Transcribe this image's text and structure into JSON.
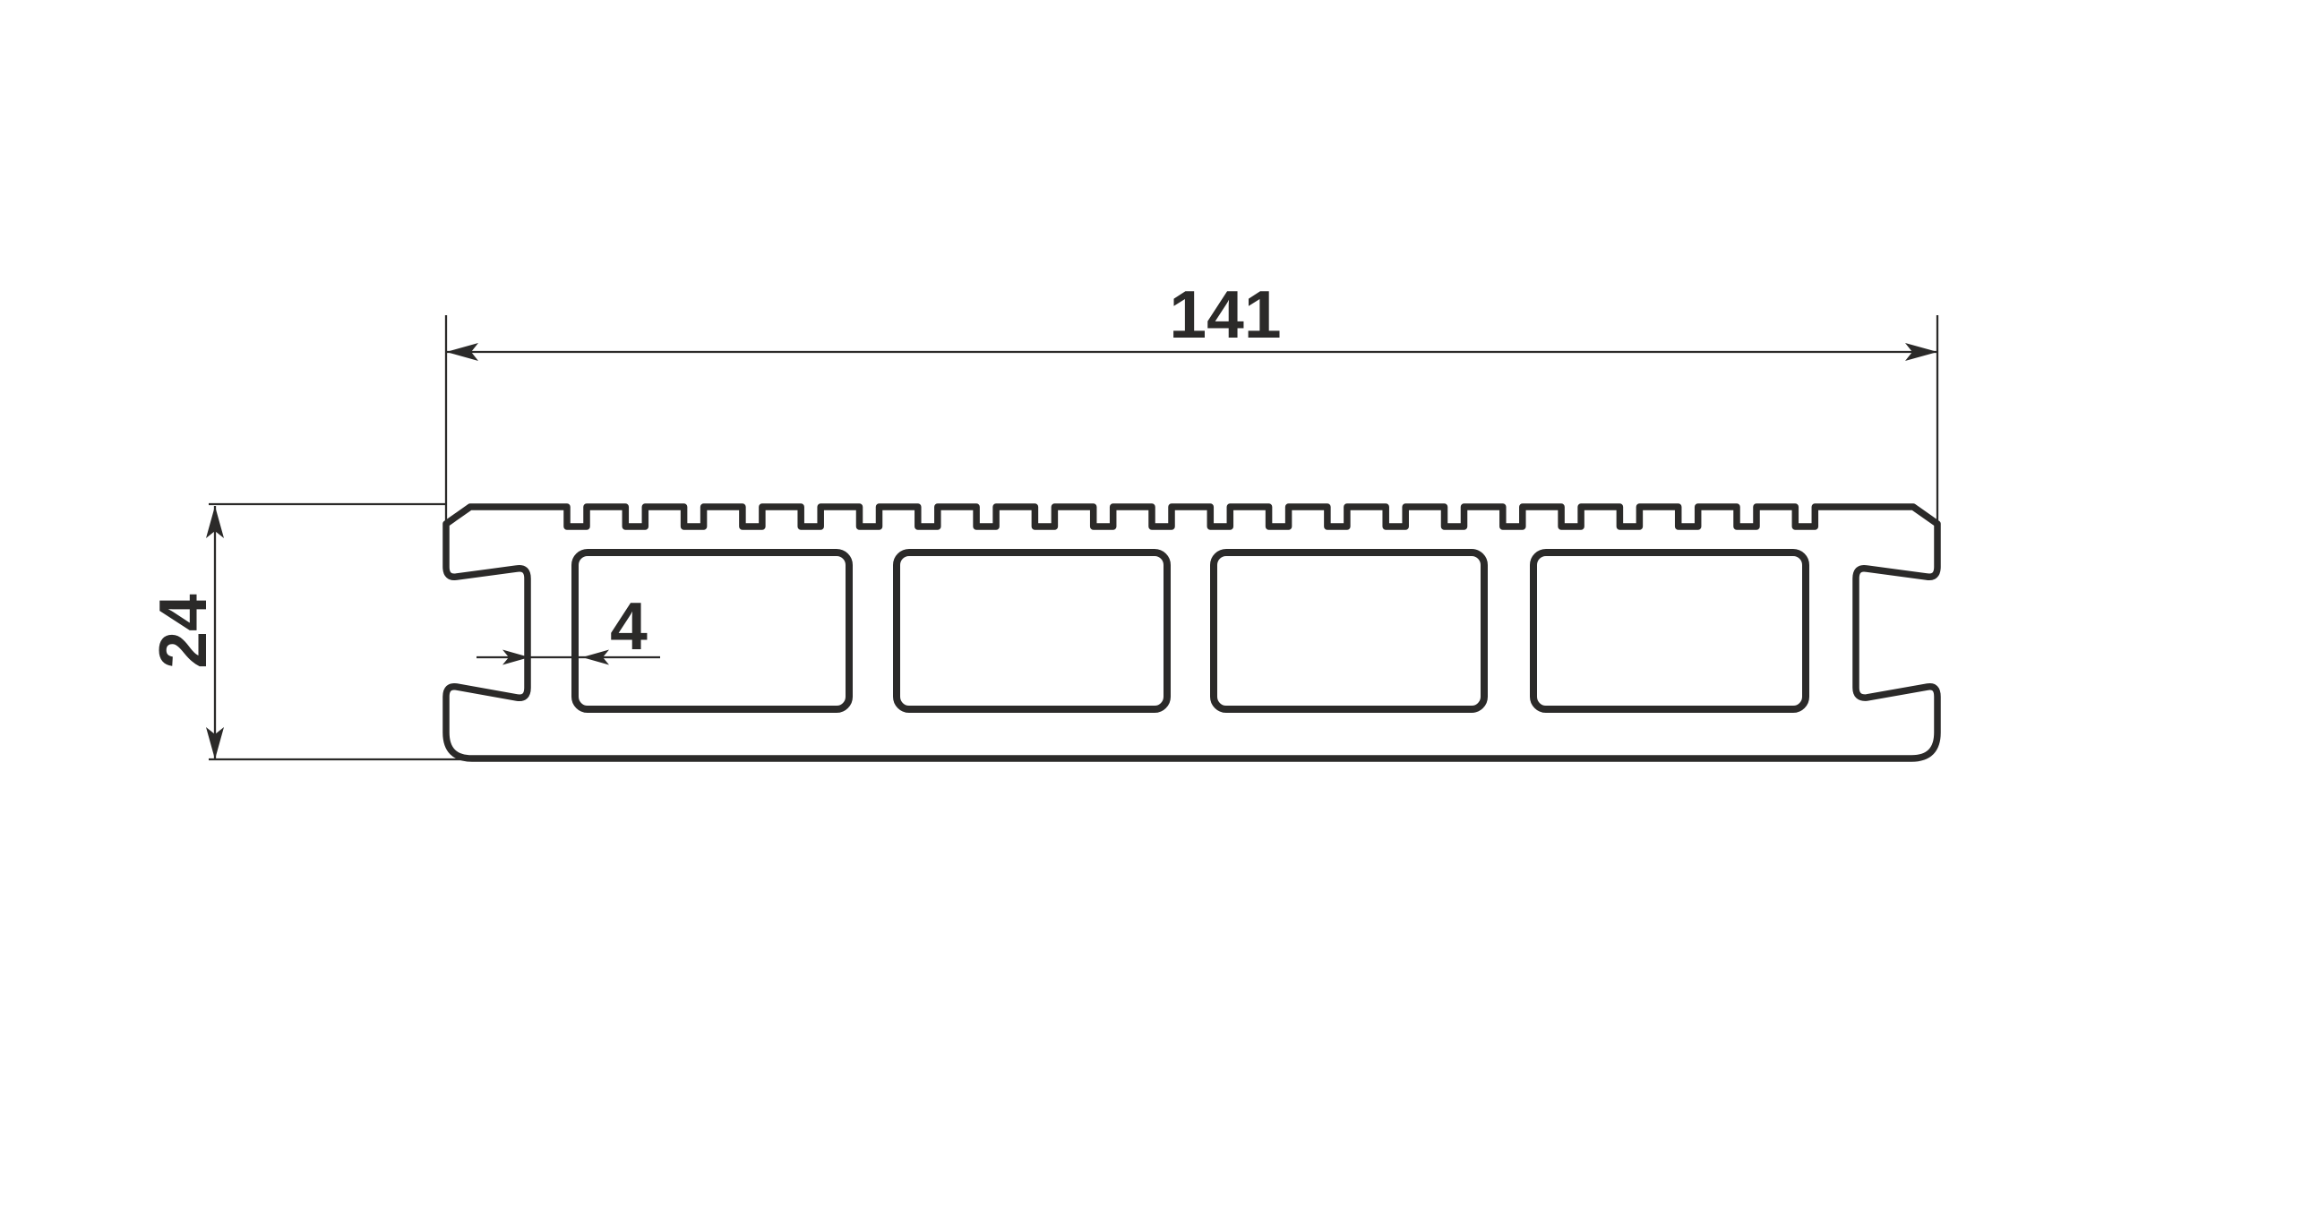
{
  "diagram": {
    "subject": "Hollow decking board profile cross-section",
    "background": "#ffffff",
    "line_color": "#2b2a29",
    "labels": {
      "width": "141",
      "height": "24",
      "wall_thickness": "4"
    },
    "features": {
      "hollow_chambers": 4,
      "top_grooves": 22,
      "side_clip_grooves": 2
    }
  }
}
